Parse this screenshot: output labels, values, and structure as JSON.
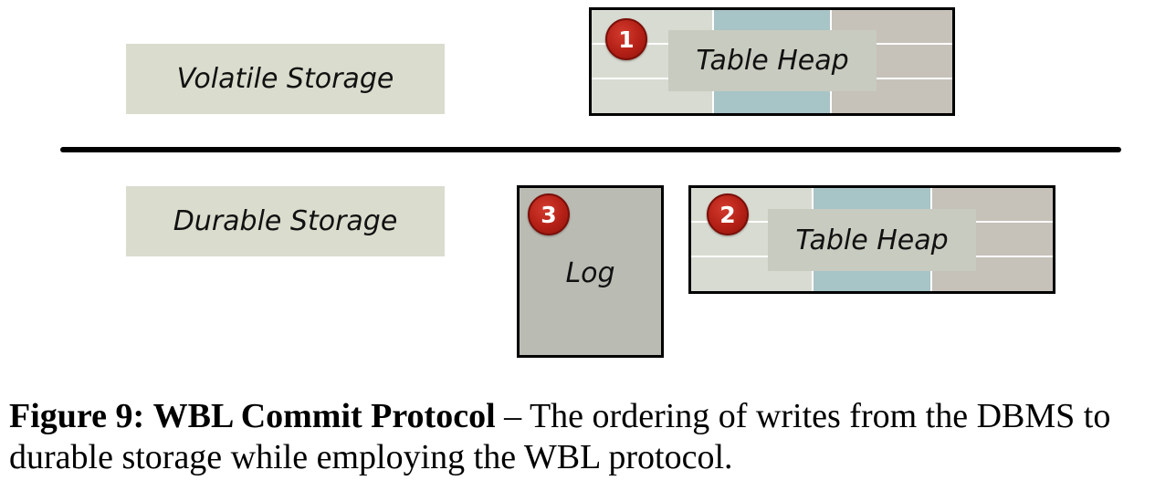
{
  "diagram": {
    "volatile_label": "Volatile Storage",
    "durable_label": "Durable Storage",
    "volatile_heap": {
      "label": "Table Heap",
      "step": "1"
    },
    "durable_heap": {
      "label": "Table Heap",
      "step": "2"
    },
    "log": {
      "label": "Log",
      "step": "3"
    }
  },
  "caption": {
    "figure_label": "Figure 9:",
    "title": "WBL Commit Protocol",
    "dash": " – ",
    "text": "The ordering of writes from the DBMS to durable storage while employing the WBL protocol."
  },
  "colors": {
    "label_box": "#dadccd",
    "heap_col_1": "#d8dbd1",
    "heap_col_2": "#a7c4c6",
    "heap_col_3": "#c6c1b9",
    "log_fill": "#babcb4",
    "badge_red": "#b42016"
  }
}
